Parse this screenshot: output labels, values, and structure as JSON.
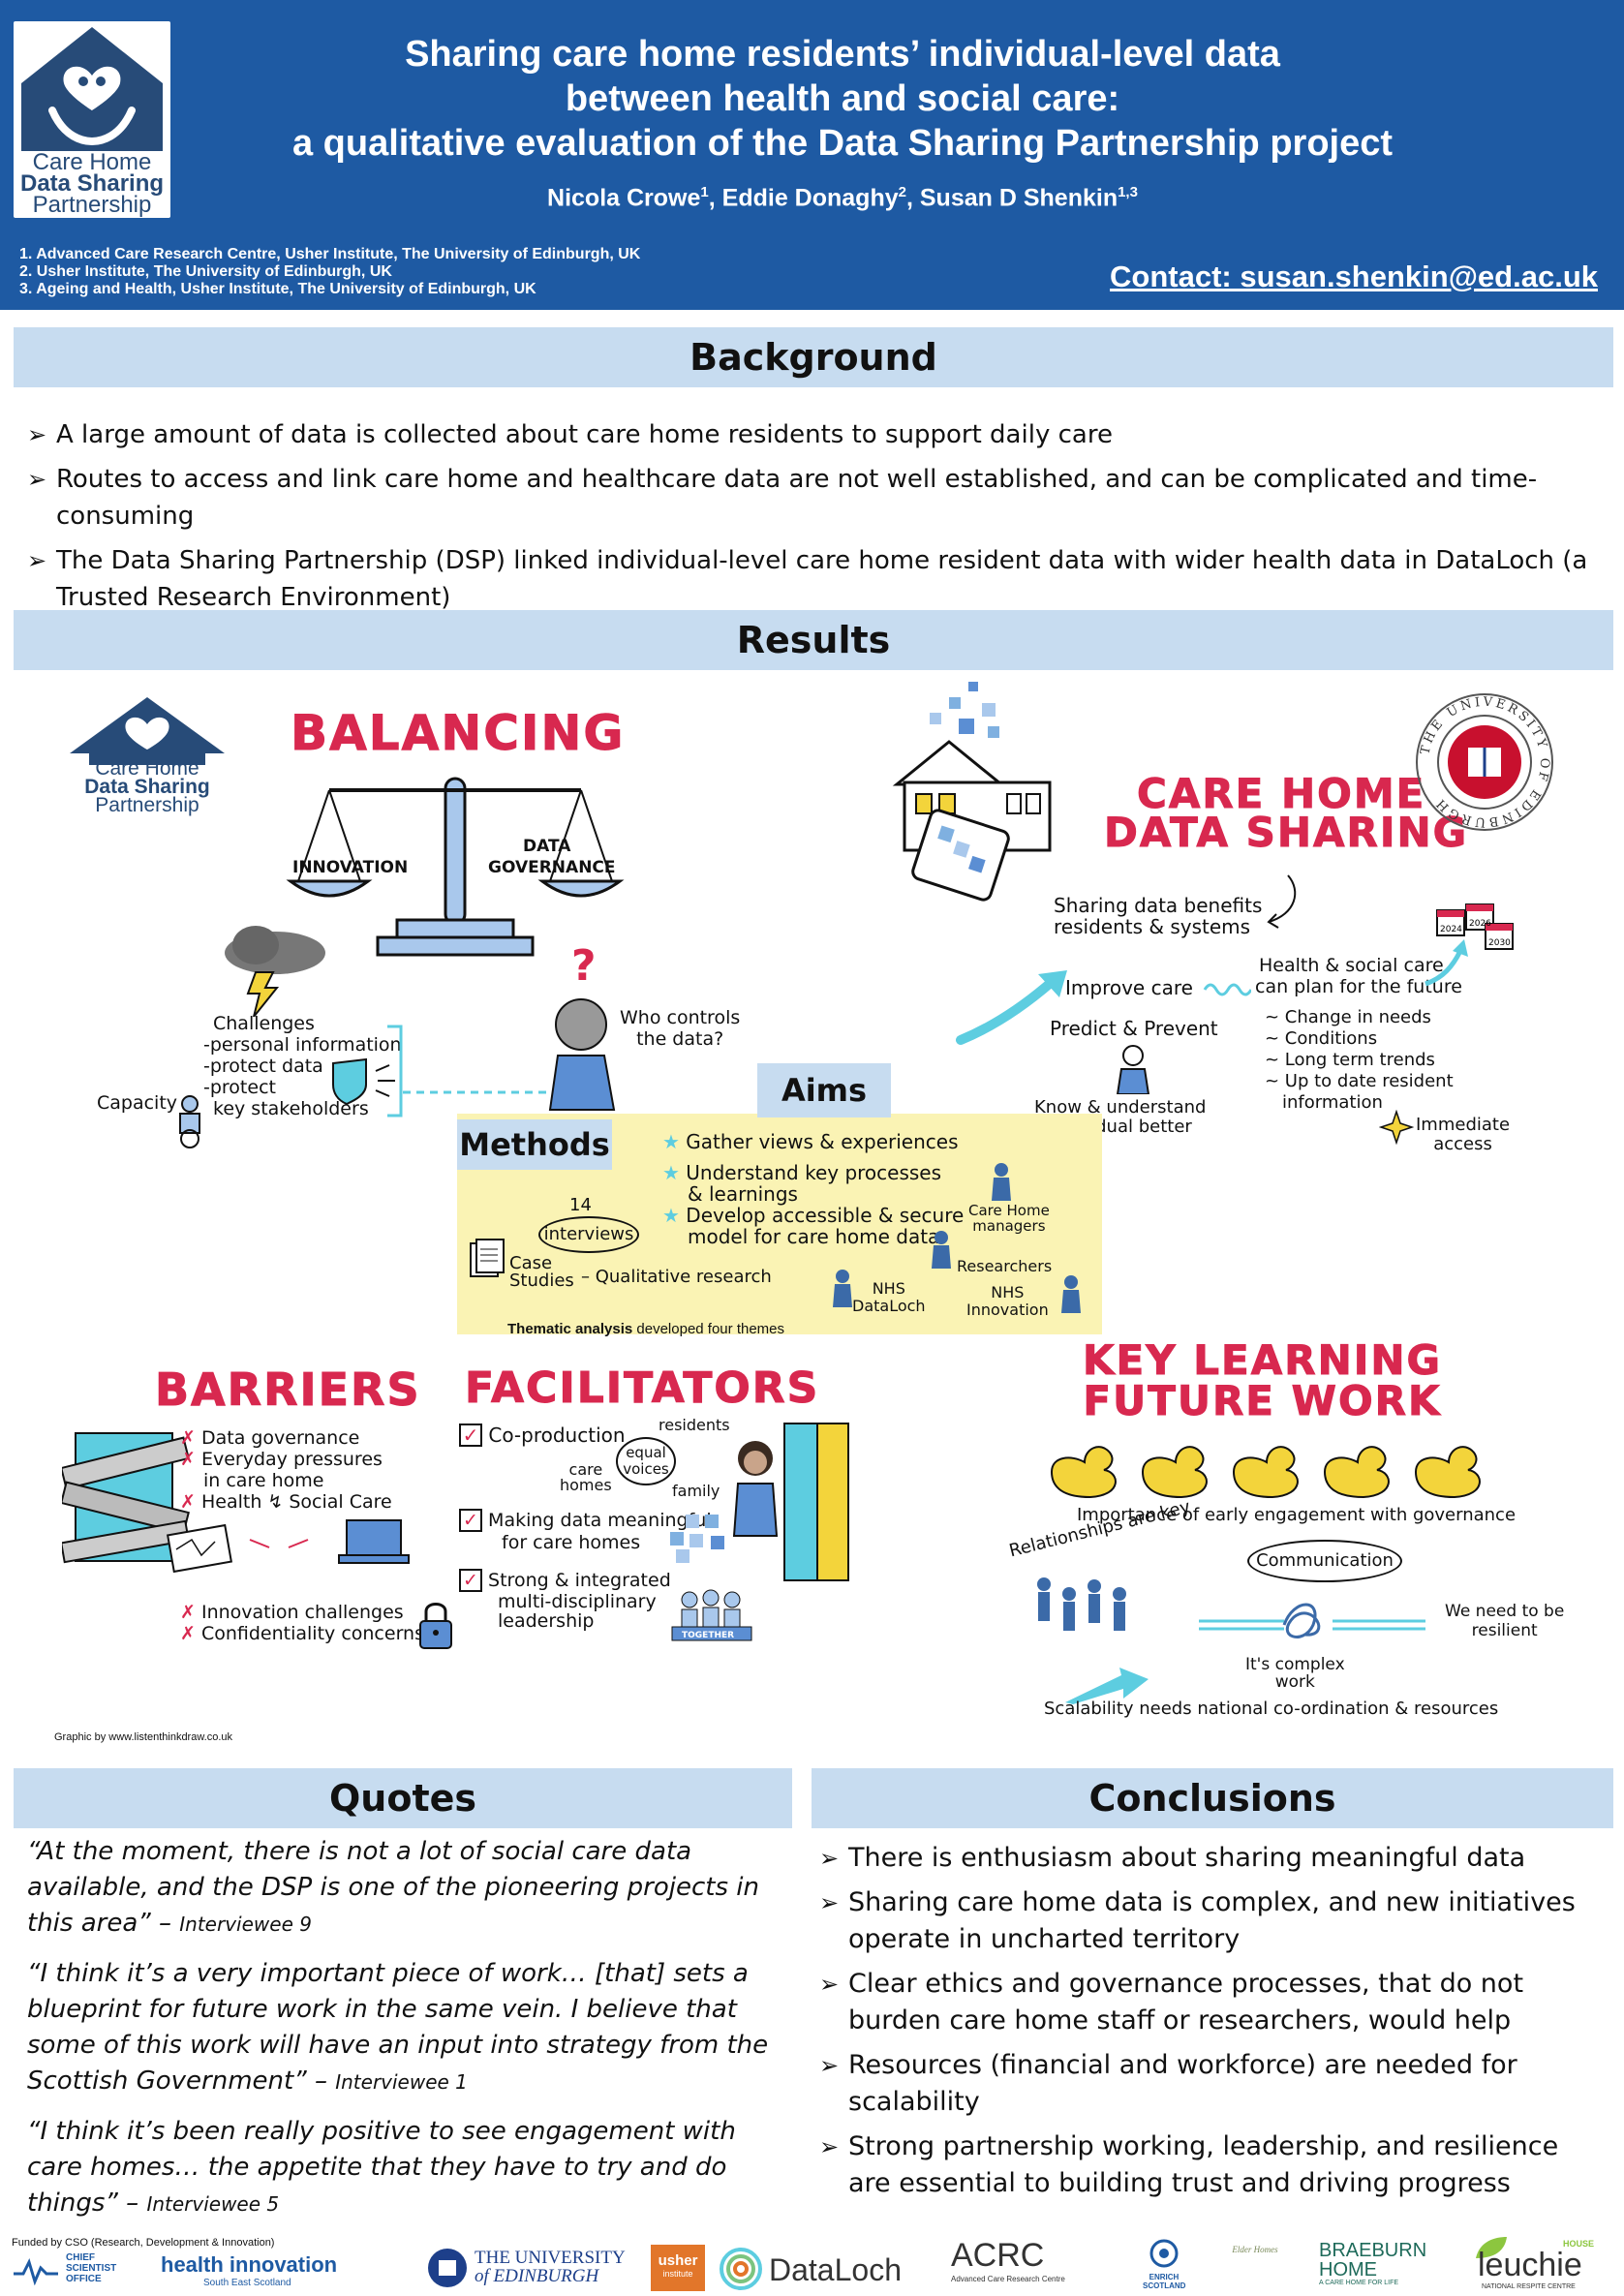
{
  "header": {
    "title_lines": [
      "Sharing care home residents’ individual-level data",
      "between health and social care:",
      "a qualitative evaluation of the Data Sharing Partnership project"
    ],
    "authors": [
      {
        "name": "Nicola Crowe",
        "aff": "1"
      },
      {
        "name": "Eddie Donaghy",
        "aff": "2"
      },
      {
        "name": "Susan D Shenkin",
        "aff": "1,3"
      }
    ],
    "affiliations": [
      "1. Advanced Care Research Centre, Usher Institute, The University of Edinburgh, UK",
      "2. Usher Institute, The University of Edinburgh, UK",
      "3. Ageing and Health, Usher Institute, The University of Edinburgh, UK"
    ],
    "contact": "Contact: susan.shenkin@ed.ac.uk",
    "logo_lines": [
      "Care Home",
      "Data Sharing",
      "Partnership"
    ]
  },
  "background": {
    "heading": "Background",
    "bullets": [
      "A large amount of data is collected about care home residents to support daily care",
      "Routes to access and link care home and healthcare data are not well established, and can be complicated and time-consuming",
      "The Data Sharing Partnership (DSP) linked individual-level care home resident data with wider health data in DataLoch (a Trusted Research Environment)"
    ]
  },
  "results": {
    "heading": "Results",
    "logo_lines": [
      "Care Home",
      "Data Sharing",
      "Partnership"
    ],
    "balancing": {
      "title": "BALANCING",
      "left_pan": "INNOVATION",
      "right_pan_1": "DATA",
      "right_pan_2": "GOVERNANCE",
      "challenges": [
        "Challenges",
        "-personal information",
        "-protect data",
        "-protect",
        "key stakeholders"
      ],
      "capacity": "Capacity",
      "who_controls": [
        "Who controls",
        "the data?"
      ]
    },
    "care_home": {
      "title_1": "CARE HOME",
      "title_2": "DATA SHARING",
      "benefits": [
        "Sharing data benefits",
        "residents & systems"
      ],
      "improve": "Improve care",
      "predict": "Predict & Prevent",
      "know": [
        "Know & understand",
        "individual better"
      ],
      "plan": [
        "Health & social care",
        "can plan for the future"
      ],
      "plan_list": [
        "~ Change in needs",
        "~ Conditions",
        "~ Long term trends",
        "~ Up to date resident",
        "information"
      ],
      "immediate": [
        "Immediate",
        "access"
      ],
      "years": [
        "2024",
        "2026",
        "2030"
      ],
      "uni_ring": "THE UNIVERSITY OF EDINBURGH"
    },
    "aims": {
      "label": "Aims",
      "items": [
        "Gather views & experiences",
        "Understand key processes",
        "& learnings",
        "Develop accessible & secure",
        "model for care home data"
      ]
    },
    "methods": {
      "label": "Methods",
      "interviews_num": "14",
      "interviews": "interviews",
      "case": [
        "Case",
        "Studies"
      ],
      "qual": "– Qualitative research",
      "people": [
        "Care Home",
        "managers",
        "Researchers",
        "NHS",
        "DataLoch",
        "NHS",
        "Innovation"
      ],
      "thematic_bold": "Thematic analysis",
      "thematic_rest": " developed four themes"
    },
    "barriers": {
      "title": "BARRIERS",
      "items": [
        "Data governance",
        "Everyday pressures",
        "in care home",
        "Health",
        "Social Care"
      ],
      "items2": [
        "Innovation challenges",
        "Confidentiality concerns"
      ]
    },
    "facilitators": {
      "title": "FACILITATORS",
      "co_prod": "Co-production",
      "voices": [
        "residents",
        "care",
        "homes",
        "equal",
        "voices",
        "family"
      ],
      "meaningful": [
        "Making data meaningful",
        "for care homes"
      ],
      "leadership": [
        "Strong & integrated",
        "multi-disciplinary",
        "leadership"
      ],
      "together": "TOGETHER"
    },
    "key_learning": {
      "title_1": "KEY LEARNING",
      "title_2": "FUTURE WORK",
      "early": "Importance of early engagement with governance",
      "relationships": "Relationships are key",
      "communication": "Communication",
      "resilient": [
        "We need to be",
        "resilient"
      ],
      "complex": [
        "It's complex",
        "work"
      ],
      "scalability": "Scalability needs national co-ordination & resources"
    },
    "credit": "Graphic by www.listenthinkdraw.co.uk"
  },
  "quotes": {
    "heading": "Quotes",
    "items": [
      {
        "text": "“At the moment, there is not a lot of social care data available, and the DSP is one of the pioneering projects in this area” –",
        "who": "Interviewee 9"
      },
      {
        "text": "“I think it’s a very important piece of work… [that] sets a blueprint for future work in the same vein. I believe that some of this work will have an input into strategy from the Scottish Government” –",
        "who": "Interviewee 1"
      },
      {
        "text": "“I think it’s been really positive to see engagement with care homes… the appetite that they have to try and do things” –",
        "who": "Interviewee 5"
      }
    ]
  },
  "conclusions": {
    "heading": "Conclusions",
    "bullets": [
      "There is enthusiasm about sharing meaningful data",
      "Sharing care home data is complex, and new initiatives operate in uncharted territory",
      "Clear ethics and governance processes, that do not burden care home staff or researchers, would help",
      "Resources (financial and workforce) are needed for scalability",
      "Strong partnership working, leadership, and resilience are essential to building trust and driving progress"
    ]
  },
  "footer": {
    "funded": "Funded by CSO (Research, Development & Innovation)",
    "cso": [
      "CHIEF",
      "SCIENTIST",
      "OFFICE"
    ],
    "health_innovation": "health innovation",
    "health_innovation_sub": "South East Scotland",
    "uoe": [
      "THE UNIVERSITY",
      "of EDINBURGH"
    ],
    "usher": "usher",
    "usher_sub": "institute",
    "dataloch": "DataLoch",
    "acrc": "ACRC",
    "acrc_sub": "Advanced Care Research Centre",
    "enrich": [
      "ENRICH",
      "SCOTLAND"
    ],
    "elder": "Elder Homes",
    "braeburn": [
      "BRAEBURN",
      "HOME"
    ],
    "braeburn_sub": "A CARE HOME FOR LIFE",
    "leuchie": "leuchie",
    "leuchie_house": "HOUSE",
    "leuchie_sub": "NATIONAL RESPITE CENTRE"
  },
  "colors": {
    "header_blue": "#1e5aa3",
    "section_blue": "#c7dcf0",
    "accent_red": "#d8284f",
    "methods_yellow": "#faf3b4",
    "icon_blue": "#3b6aa8"
  }
}
